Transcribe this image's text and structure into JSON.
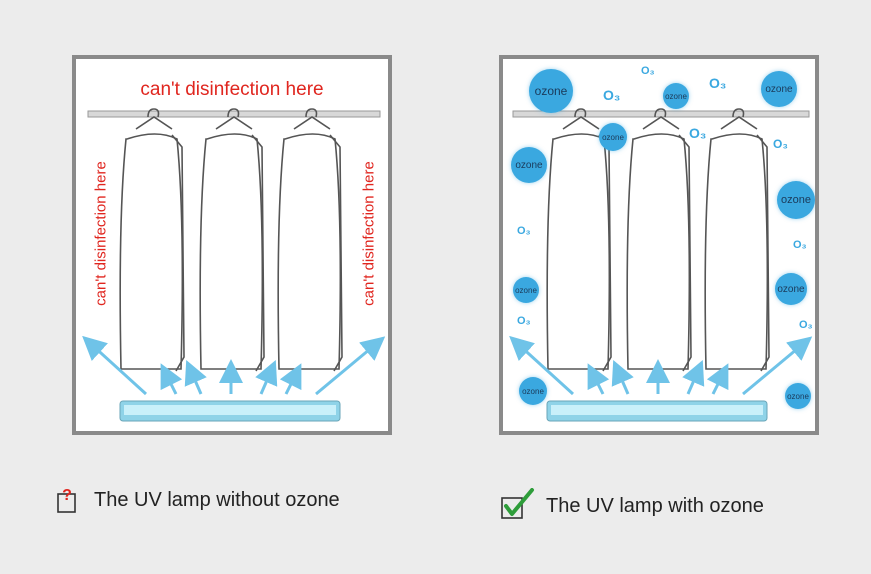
{
  "left_panel": {
    "top_label": "can't disinfection here",
    "side_label_left": "can't disinfection here",
    "side_label_right": "can't disinfection here"
  },
  "right_panel": {
    "bubble_text": "ozone",
    "o3_text": "O₃"
  },
  "captions": {
    "left": "The UV lamp without ozone",
    "right": "The UV lamp with ozone",
    "left_icon": "question-mark-icon",
    "right_icon": "checkmark-icon"
  },
  "colors": {
    "warning_text": "#e0261f",
    "ozone_blue": "#3aa8e0",
    "check_green": "#2e9d3a",
    "frame_gray": "#8a8a8a"
  }
}
